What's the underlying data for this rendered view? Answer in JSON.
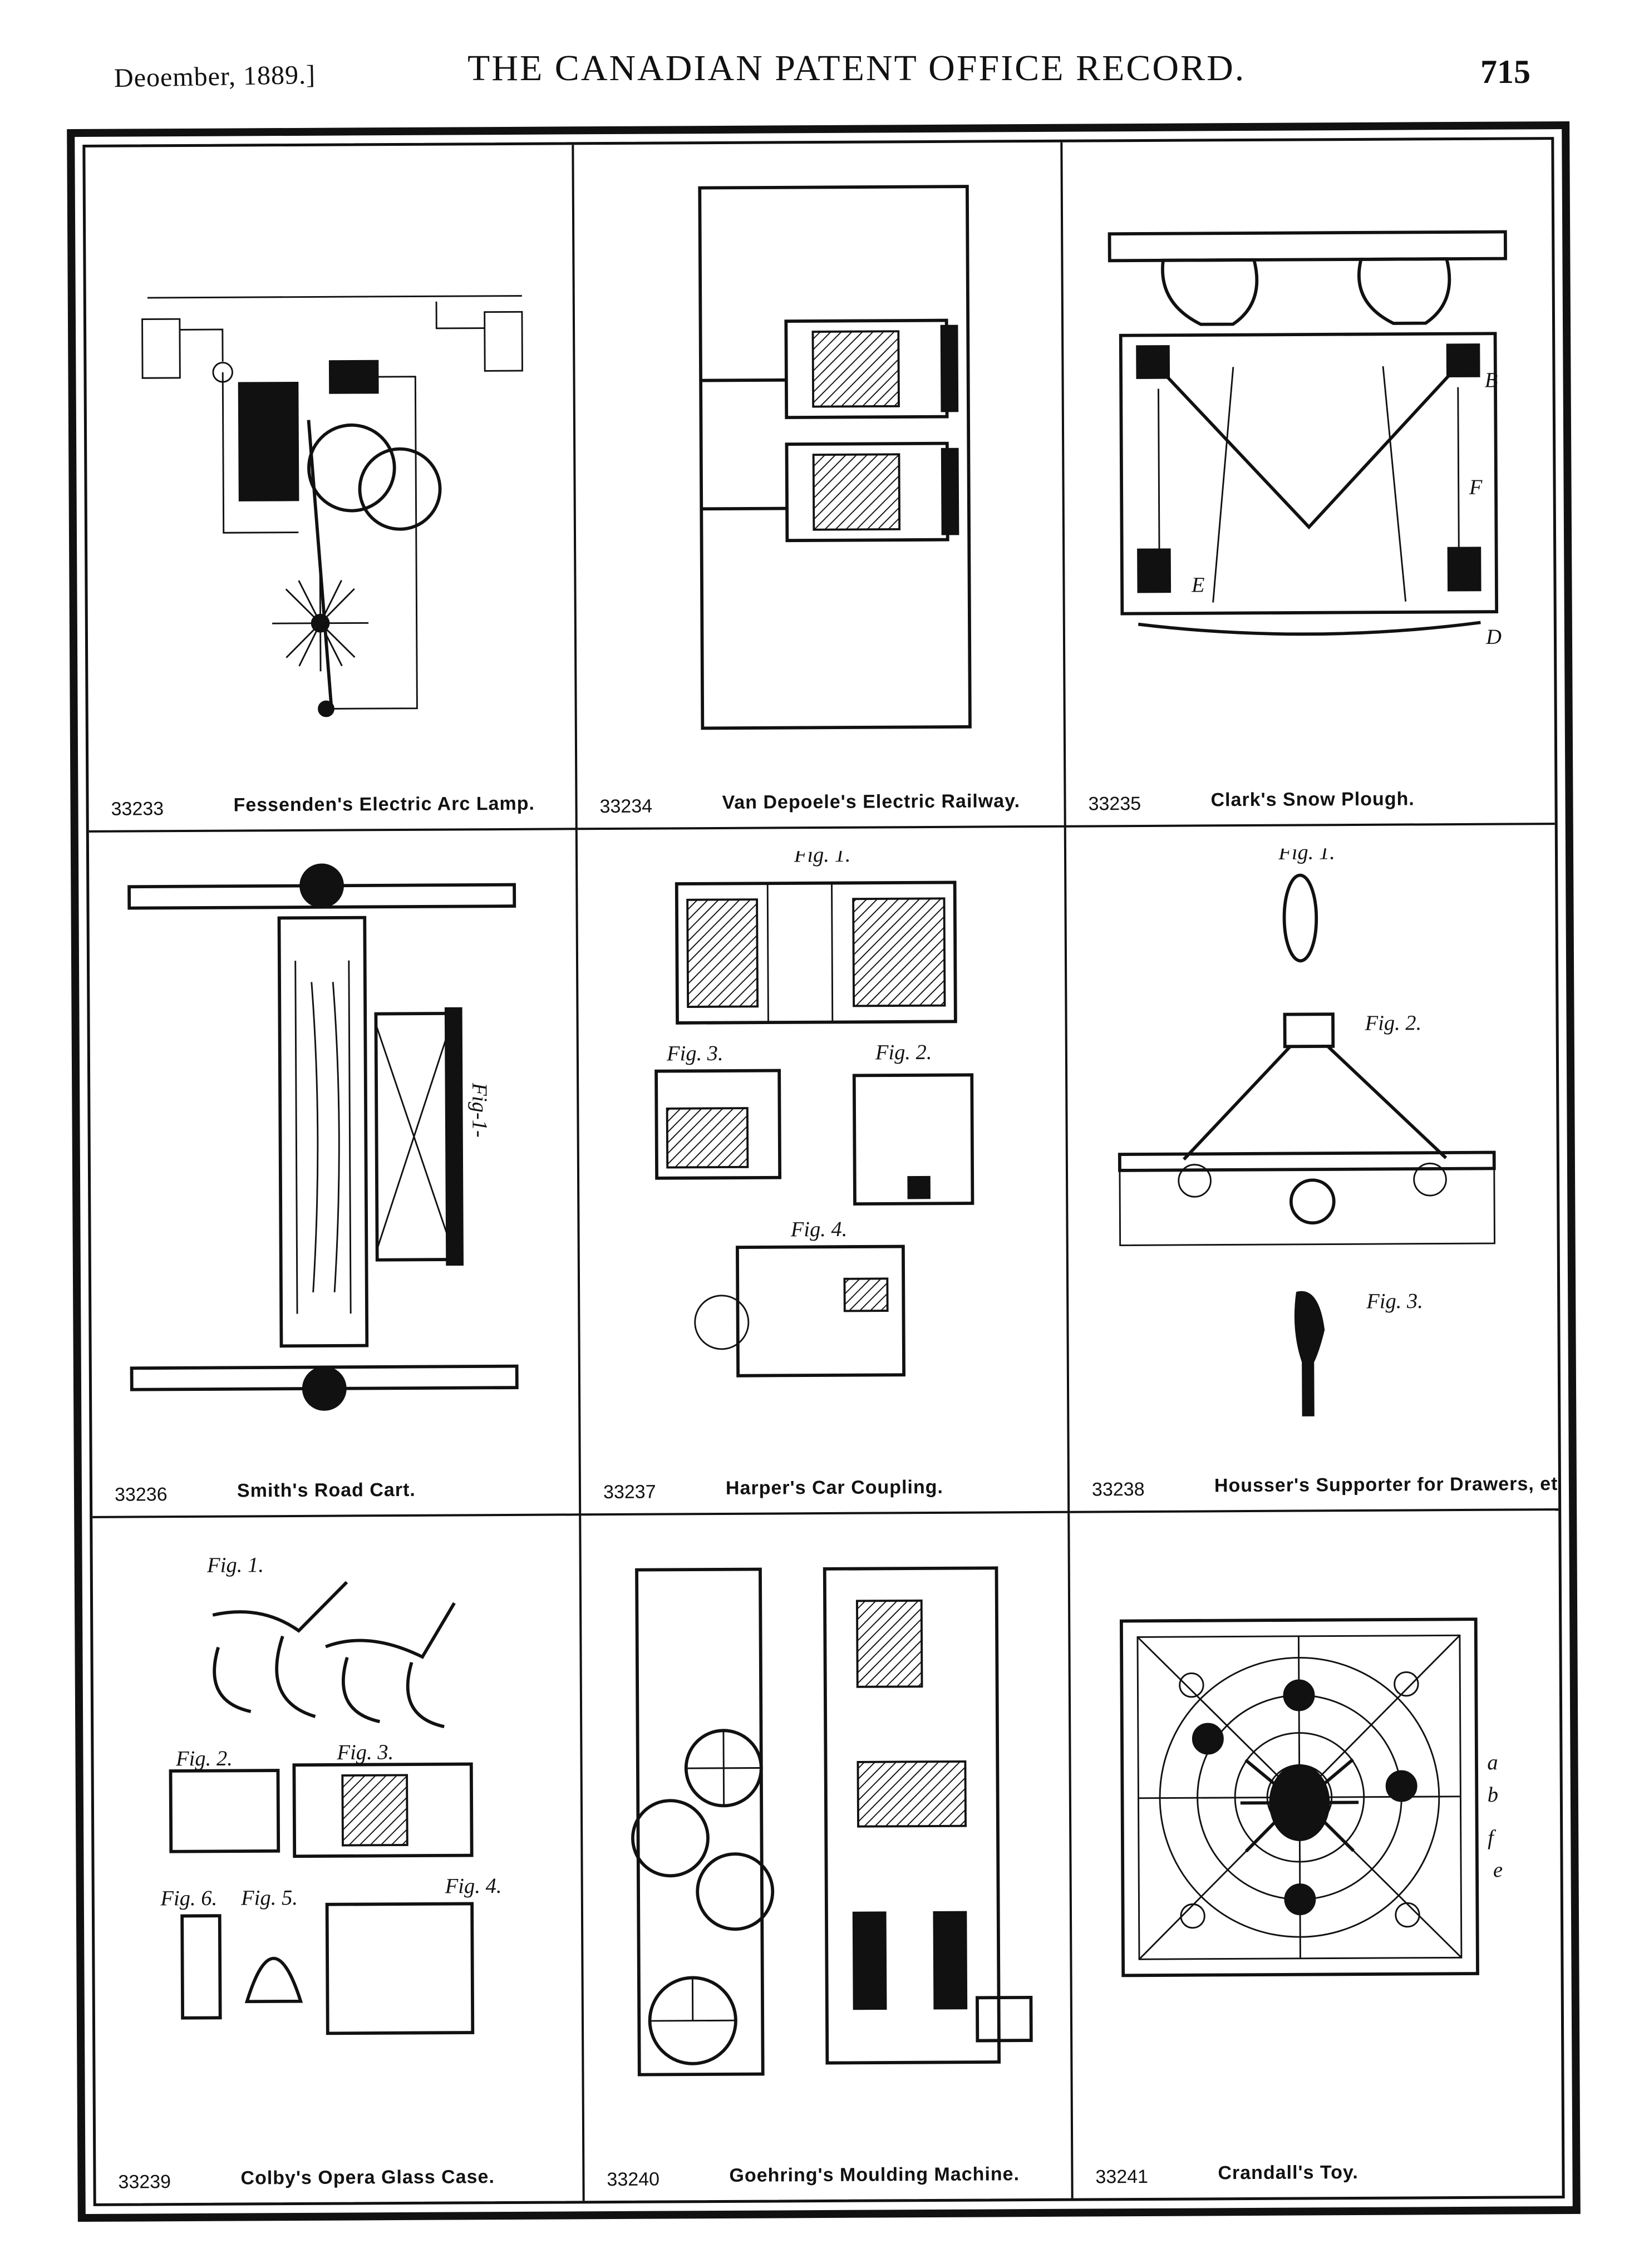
{
  "header": {
    "date": "Deoember, 1889.]",
    "title": "THE CANADIAN PATENT OFFICE RECORD.",
    "page_number": "715"
  },
  "patents": [
    {
      "number": "33233",
      "title": "Fessenden's Electric Arc Lamp."
    },
    {
      "number": "33234",
      "title": "Van Depoele's Electric Railway."
    },
    {
      "number": "33235",
      "title": "Clark's Snow Plough."
    },
    {
      "number": "33236",
      "title": "Smith's Road Cart."
    },
    {
      "number": "33237",
      "title": "Harper's Car Coupling."
    },
    {
      "number": "33238",
      "title": "Housser's Supporter for Drawers, etc."
    },
    {
      "number": "33239",
      "title": "Colby's Opera Glass Case."
    },
    {
      "number": "33240",
      "title": "Goehring's Moulding Machine."
    },
    {
      "number": "33241",
      "title": "Crandall's Toy."
    }
  ],
  "figure_labels": {
    "fig1": "Fig. 1.",
    "fig2": "Fig. 2.",
    "fig3": "Fig. 3.",
    "fig4": "Fig. 4.",
    "fig5": "Fig. 5.",
    "fig6": "Fig. 6.",
    "fig_upright": "Fig-1-",
    "snow_B": "B",
    "snow_D": "D",
    "snow_E": "E",
    "snow_F": "F",
    "toy_a": "a",
    "toy_b": "b",
    "toy_e": "e",
    "toy_f": "f"
  }
}
